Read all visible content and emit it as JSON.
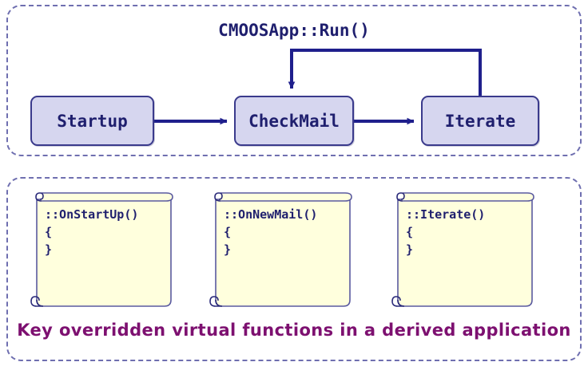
{
  "diagram": {
    "title_panel": {
      "title": "CMOOSApp::Run()",
      "nodes": [
        {
          "id": "startup",
          "label": "Startup"
        },
        {
          "id": "checkmail",
          "label": "CheckMail"
        },
        {
          "id": "iterate",
          "label": "Iterate"
        }
      ],
      "edges": [
        {
          "from": "startup",
          "to": "checkmail",
          "type": "straight-arrow"
        },
        {
          "from": "checkmail",
          "to": "iterate",
          "type": "straight-arrow"
        },
        {
          "from": "iterate",
          "to": "checkmail",
          "type": "loop-back-arrow"
        }
      ]
    },
    "virtual_panel": {
      "caption": "Key overridden virtual functions in a derived application",
      "notes": [
        {
          "id": "note-onstartup",
          "text": "::OnStartUp()\n{\n}"
        },
        {
          "id": "note-onnewmail",
          "text": "::OnNewMail()\n{\n}"
        },
        {
          "id": "note-iterate",
          "text": "::Iterate()\n{\n}"
        }
      ]
    }
  },
  "colors": {
    "panel_border": "#6f6fb0",
    "node_fill": "#d6d6ef",
    "node_border": "#3a3a8c",
    "text_navy": "#1f1f6e",
    "arrow": "#1f1f8c",
    "note_fill": "#ffffdd",
    "note_border": "#5a5aa0",
    "caption_purple": "#7d1070",
    "background": "#ffffff"
  }
}
